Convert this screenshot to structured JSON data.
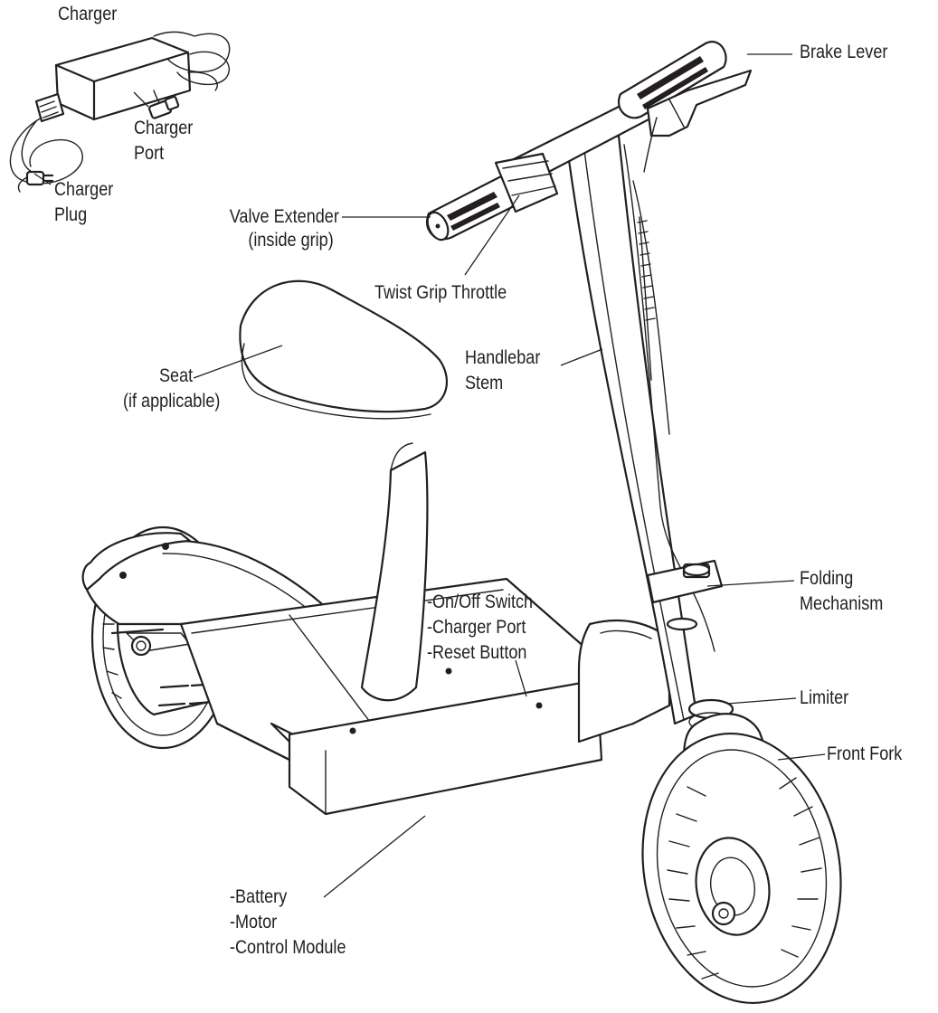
{
  "labels": {
    "charger": "Charger",
    "charger_port_top": "Charger",
    "charger_port_bottom": "Port",
    "charger_plug_top": "Charger",
    "charger_plug_bottom": "Plug",
    "valve_extender": "Valve Extender",
    "valve_extender_note": "(inside grip)",
    "twist_grip_throttle": "Twist Grip Throttle",
    "brake_lever": "Brake Lever",
    "seat": "Seat",
    "seat_note": "(if applicable)",
    "handlebar_stem_top": "Handlebar",
    "handlebar_stem_bottom": "Stem",
    "on_off_switch": "-On/Off Switch",
    "charger_port_deck": "-Charger Port",
    "reset_button": "-Reset Button",
    "folding_mechanism_top": "Folding",
    "folding_mechanism_bottom": "Mechanism",
    "limiter": "Limiter",
    "front_fork": "Front Fork",
    "battery": "-Battery",
    "motor": "-Motor",
    "control_module": "-Control Module"
  },
  "colors": {
    "ink": "#231f20",
    "background": "#ffffff"
  }
}
